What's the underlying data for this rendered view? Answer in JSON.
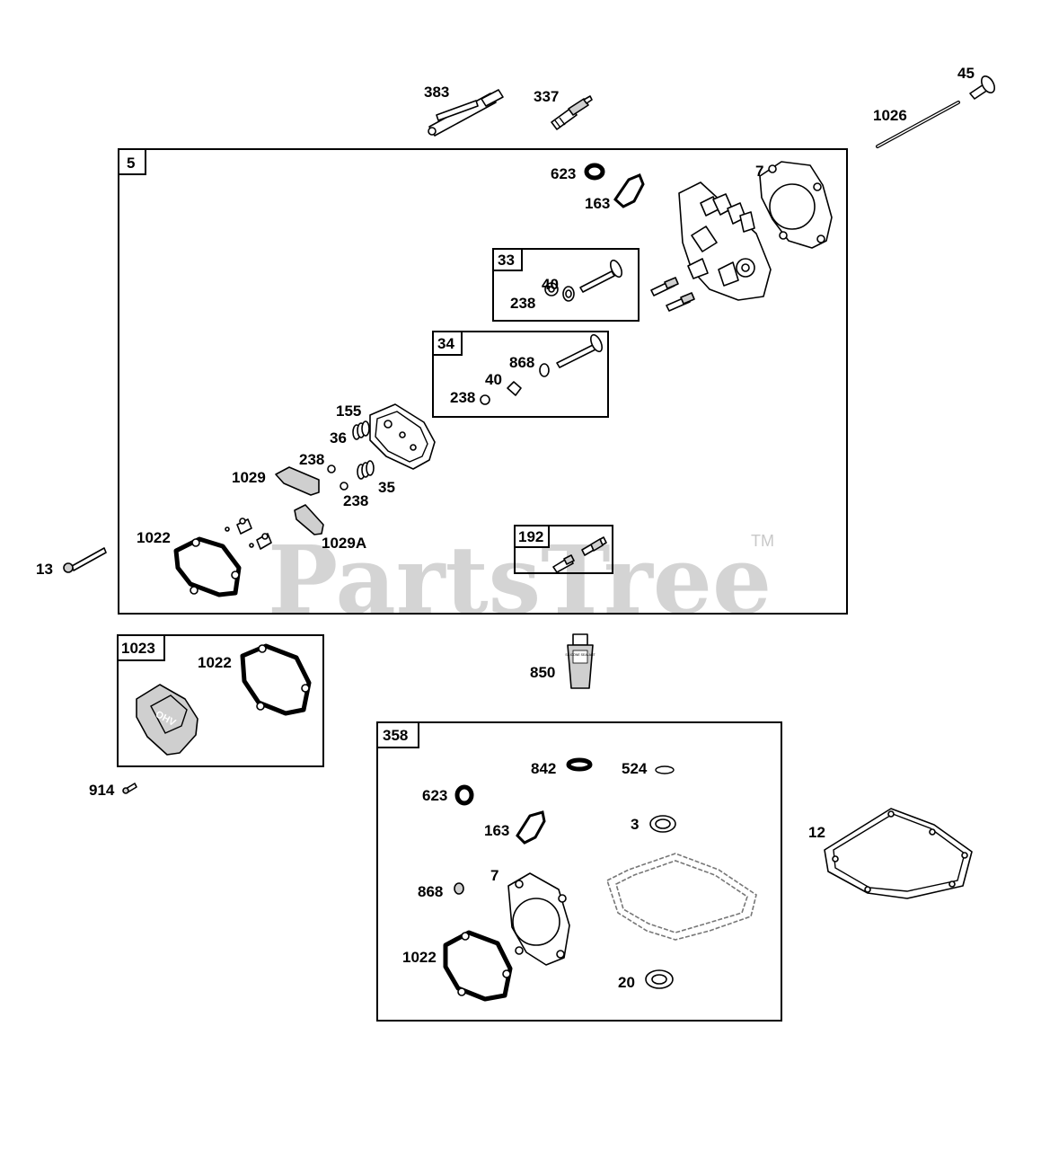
{
  "watermark": {
    "text": "PartsTree",
    "tm": "TM"
  },
  "groups": [
    {
      "id": "g5",
      "tag": "5"
    },
    {
      "id": "g33",
      "tag": "33"
    },
    {
      "id": "g34",
      "tag": "34"
    },
    {
      "id": "g192",
      "tag": "192"
    },
    {
      "id": "g1023",
      "tag": "1023"
    },
    {
      "id": "g358",
      "tag": "358"
    }
  ],
  "callouts": [
    "383",
    "337",
    "45",
    "1026",
    "623",
    "163",
    "7",
    "40",
    "238",
    "868",
    "40",
    "238",
    "155",
    "36",
    "238",
    "35",
    "238",
    "1029",
    "1029A",
    "1022",
    "13",
    "1022",
    "850",
    "914",
    "842",
    "524",
    "623",
    "163",
    "3",
    "12",
    "7",
    "868",
    "1022",
    "20"
  ],
  "tube_label": "SILICONE SEALANT",
  "cover_logo": "OHV"
}
